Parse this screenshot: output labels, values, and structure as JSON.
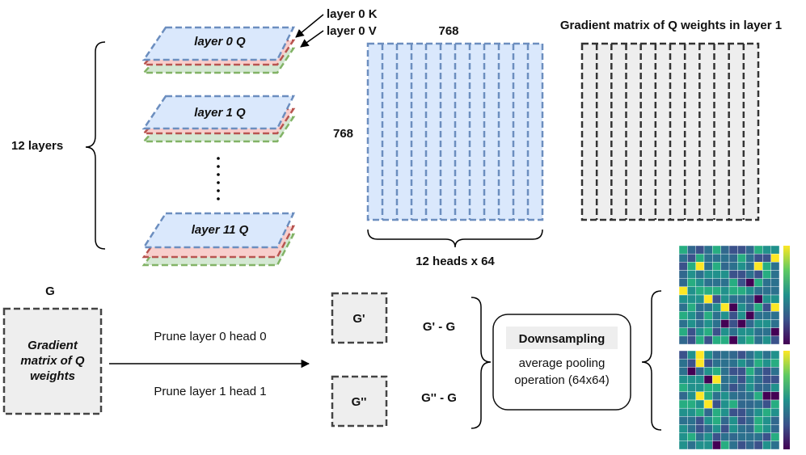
{
  "colors": {
    "q_fill": "#dae8fc",
    "q_stroke": "#6c8ebf",
    "k_fill": "#f8cecc",
    "k_stroke": "#b85450",
    "v_fill": "#d5e8d4",
    "v_stroke": "#82b366",
    "grad_fill": "#eeeeee",
    "grad_stroke": "#333333"
  },
  "layers": {
    "count_label": "12 layers",
    "layer0": "layer 0 Q",
    "layer1": "layer 1 Q",
    "layer11": "layer 11 Q",
    "k_label": "layer 0 K",
    "v_label": "layer 0 V"
  },
  "q_matrix": {
    "width_label": "768",
    "height_label": "768",
    "heads_label": "12 heads x 64",
    "head_count": 12
  },
  "gradient_matrix": {
    "title": "Gradient matrix of Q weights in layer 1"
  },
  "flow": {
    "g_title": "G",
    "g_box_lines": [
      "Gradient",
      "matrix of Q",
      "weights"
    ],
    "prune_a": "Prune layer 0 head 0",
    "prune_b": "Prune layer 1 head 1",
    "g_prime": "G'",
    "g_double_prime": "G''",
    "diff_a": "G' - G",
    "diff_b": "G'' - G",
    "down_title": "Downsampling",
    "down_lines": [
      "average pooling",
      "operation (64x64)"
    ]
  },
  "heatmap_grid": {
    "rows": 12,
    "cols": 12
  }
}
